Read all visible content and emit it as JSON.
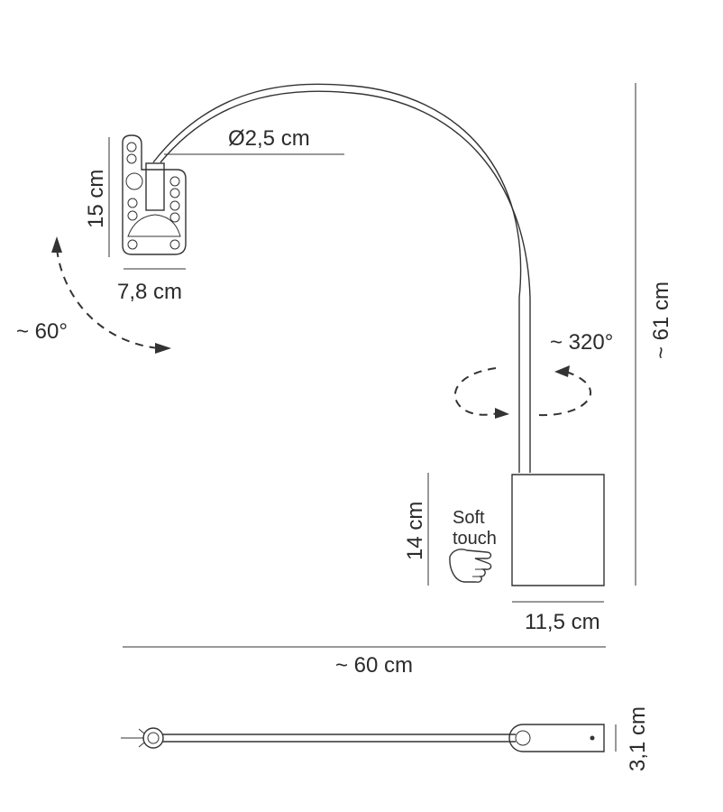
{
  "labels": {
    "diameter": "Ø2,5 cm",
    "plate_height": "15 cm",
    "plate_width": "7,8 cm",
    "tilt_angle": "~ 60°",
    "rotation_angle": "~ 320°",
    "total_height": "~ 61 cm",
    "base_height": "14 cm",
    "base_width": "11,5 cm",
    "soft_touch_line1": "Soft",
    "soft_touch_line2": "touch",
    "total_length": "~ 60 cm",
    "thickness": "3,1 cm"
  },
  "icons": [
    "hand-pointing-icon",
    "arrow-icon"
  ],
  "colors": {
    "ink": "#333333",
    "background": "#ffffff"
  }
}
